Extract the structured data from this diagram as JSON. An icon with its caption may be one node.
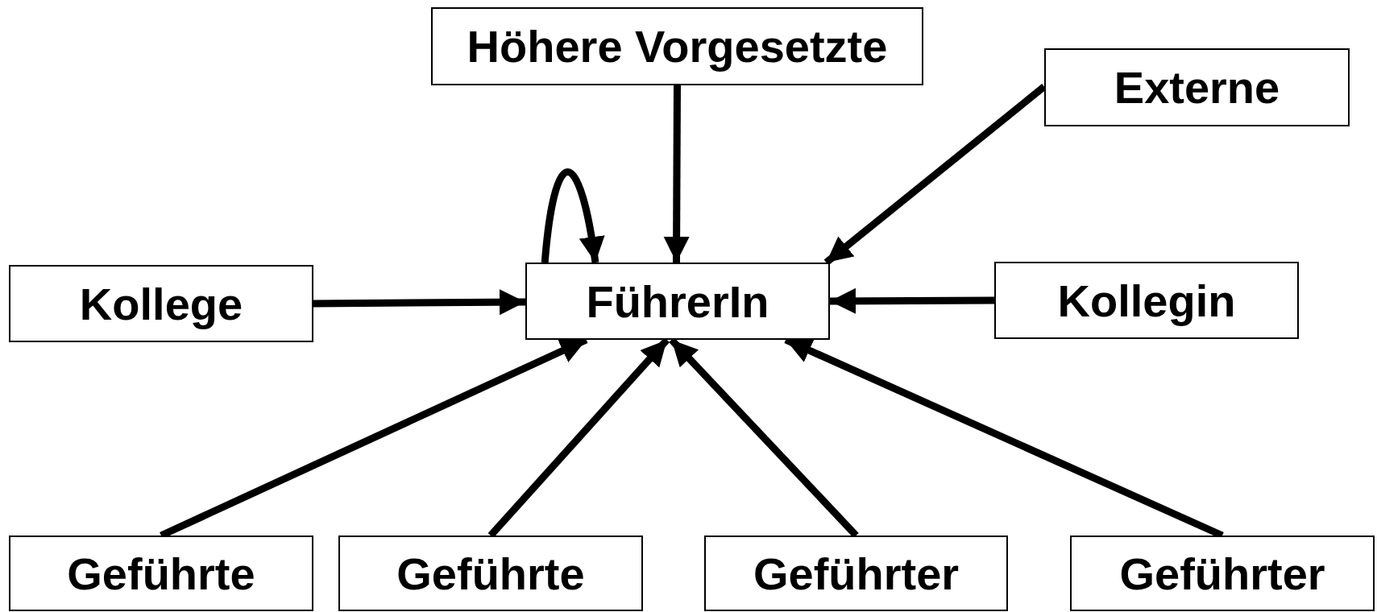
{
  "diagram": {
    "nodes": [
      {
        "text": [
          "Höhere Vorgesetzte"
        ]
      },
      {
        "text": [
          "Externe"
        ]
      },
      {
        "text": [
          "Kollege"
        ]
      },
      {
        "text": [
          "FührerIn"
        ]
      },
      {
        "text": [
          "Kollegin"
        ]
      },
      {
        "text": [
          "Geführte"
        ]
      },
      {
        "text": [
          "Geführte"
        ]
      },
      {
        "text": [
          "Geführter"
        ]
      },
      {
        "text": [
          "Geführter"
        ]
      }
    ],
    "edges": [
      {
        "from": 0,
        "to": 3,
        "arrow": "to"
      },
      {
        "from": 1,
        "to": 3,
        "arrow": "to"
      },
      {
        "from": 3,
        "to": 3,
        "arrow": "to"
      },
      {
        "from": 2,
        "to": 3,
        "arrow": "to"
      },
      {
        "from": 4,
        "to": 3,
        "arrow": "to"
      },
      {
        "from": 5,
        "to": 3,
        "arrow": "to"
      },
      {
        "from": 6,
        "to": 3,
        "arrow": "to"
      },
      {
        "from": 7,
        "to": 3,
        "arrow": "to"
      },
      {
        "from": 8,
        "to": 3,
        "arrow": "to"
      }
    ]
  }
}
